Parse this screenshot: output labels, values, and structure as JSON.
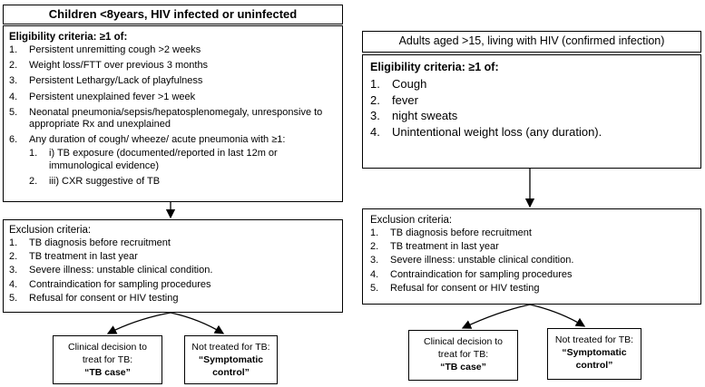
{
  "left": {
    "title": "Children <8years, HIV infected or uninfected",
    "eligibility": {
      "heading": "Eligibility criteria: ≥1 of:",
      "items": [
        {
          "num": "1.",
          "text": "Persistent unremitting cough >2 weeks"
        },
        {
          "num": "2.",
          "text": "Weight loss/FTT over previous 3 months"
        },
        {
          "num": "3.",
          "text": "Persistent Lethargy/Lack of playfulness"
        },
        {
          "num": "4.",
          "text": "Persistent unexplained fever >1 week"
        },
        {
          "num": "5.",
          "text": "Neonatal pneumonia/sepsis/hepatosplenomegaly, unresponsive to appropriate Rx and unexplained"
        },
        {
          "num": "6.",
          "text": "Any duration of cough/ wheeze/ acute pneumonia with ≥1:"
        }
      ],
      "sub_items": [
        {
          "num": "1.",
          "text": "i) TB exposure (documented/reported in last 12m or immunological evidence)"
        },
        {
          "num": "2.",
          "text": "iii) CXR suggestive of TB"
        }
      ]
    },
    "exclusion": {
      "heading": "Exclusion criteria:",
      "items": [
        {
          "num": "1.",
          "text": "TB diagnosis before recruitment"
        },
        {
          "num": "2.",
          "text": "TB treatment in last year"
        },
        {
          "num": "3.",
          "text": "Severe illness: unstable clinical condition."
        },
        {
          "num": "4.",
          "text": "Contraindication for sampling procedures"
        },
        {
          "num": "5.",
          "text": "Refusal for consent or HIV testing"
        }
      ]
    },
    "outcome_treat": {
      "line1": "Clinical decision to",
      "line2": "treat for TB:",
      "quote": "“TB case”"
    },
    "outcome_control": {
      "line1": "Not treated for TB:",
      "quote1": "“Symptomatic",
      "quote2": "control”"
    }
  },
  "right": {
    "title": "Adults aged >15, living with HIV (confirmed infection)",
    "eligibility": {
      "heading": "Eligibility criteria: ≥1 of:",
      "items": [
        {
          "num": "1.",
          "text": "Cough"
        },
        {
          "num": "2.",
          "text": "fever"
        },
        {
          "num": "3.",
          "text": "night sweats"
        },
        {
          "num": "4.",
          "text": "Unintentional weight loss (any duration)."
        }
      ]
    },
    "exclusion": {
      "heading": "Exclusion criteria:",
      "items": [
        {
          "num": "1.",
          "text": "TB diagnosis before recruitment"
        },
        {
          "num": "2.",
          "text": "TB treatment in last year"
        },
        {
          "num": "3.",
          "text": "Severe illness: unstable clinical condition."
        },
        {
          "num": "4.",
          "text": "Contraindication for sampling procedures"
        },
        {
          "num": "5.",
          "text": "Refusal for consent or HIV testing"
        }
      ]
    },
    "outcome_treat": {
      "line1": "Clinical decision to",
      "line2": "treat for TB:",
      "quote": "“TB case”"
    },
    "outcome_control": {
      "line1": "Not treated for TB:",
      "quote1": "“Symptomatic",
      "quote2": "control”"
    }
  }
}
